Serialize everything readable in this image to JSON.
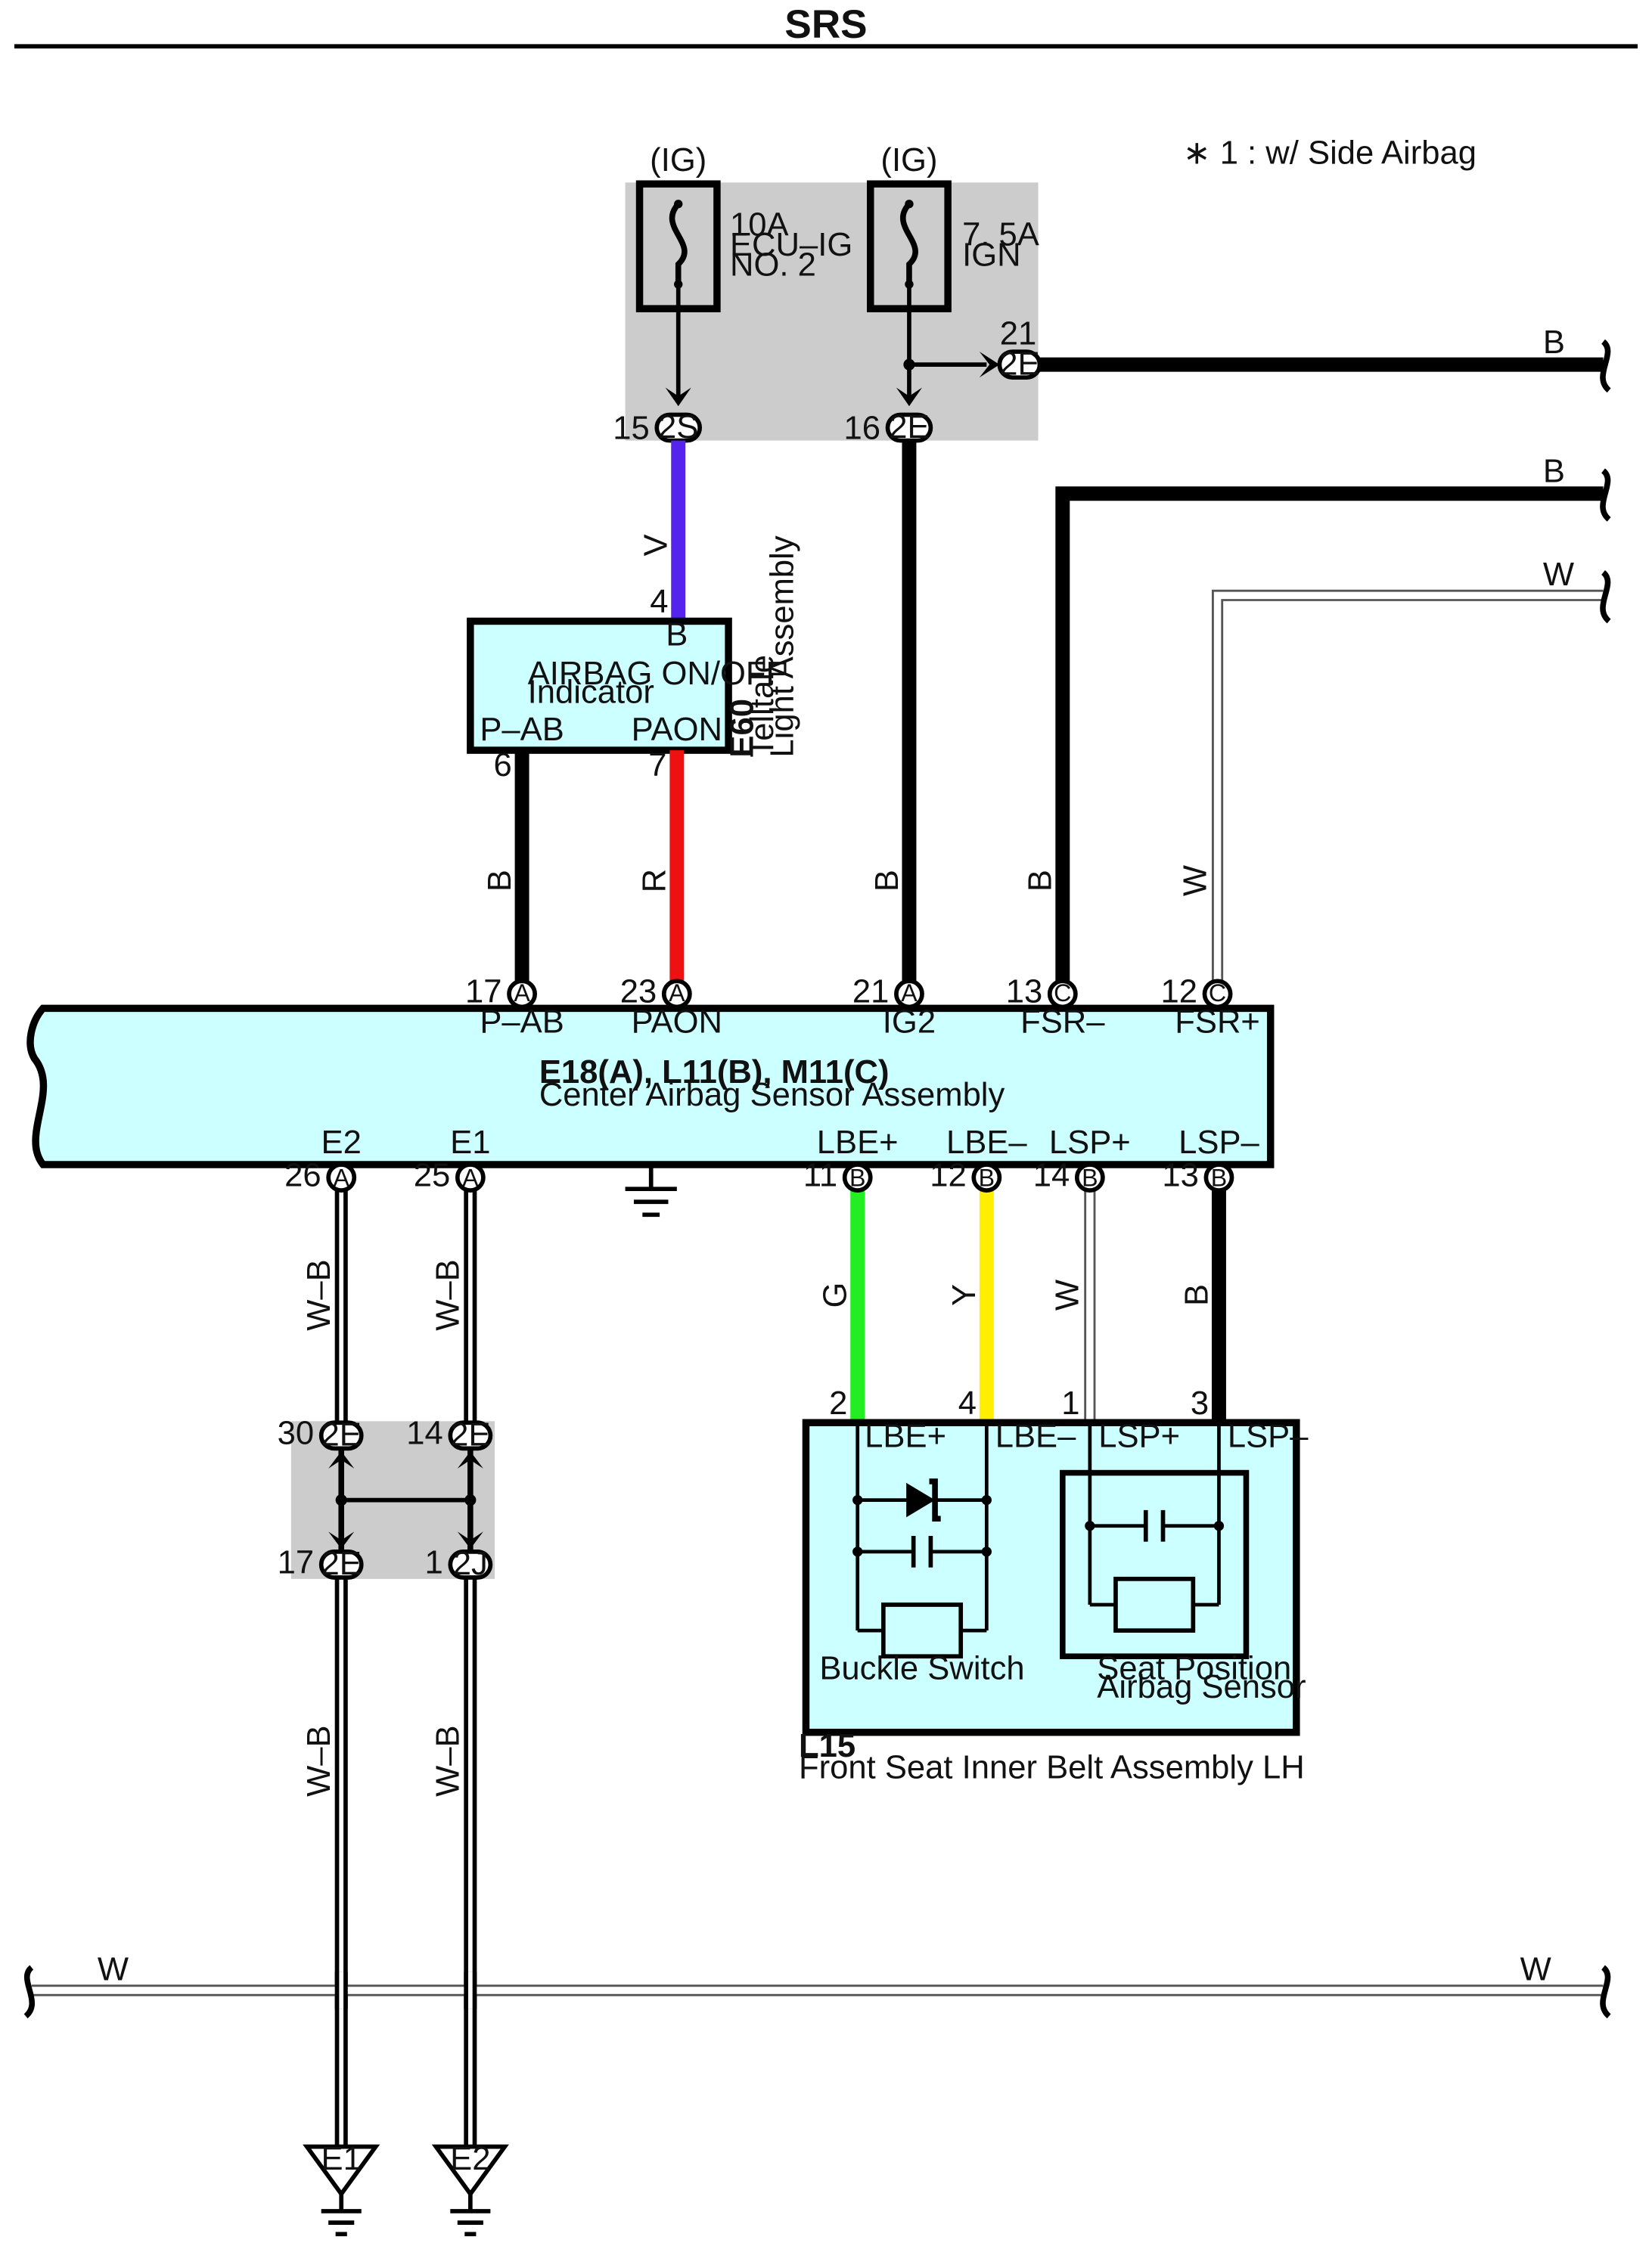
{
  "header": {
    "title": "SRS"
  },
  "note": "∗ 1 : w/ Side Airbag",
  "colors": {
    "box_fill": "#ccffff",
    "junction_fill": "#cccccc",
    "wire_black": "#000000",
    "wire_violet": "#5522ee",
    "wire_red": "#ee1111",
    "wire_green": "#22ee22",
    "wire_yellow": "#ffee00",
    "wire_white": "#ffffff"
  },
  "fuses": [
    {
      "ig": "(IG)",
      "rating": "10A",
      "name_line1": "ECU–IG",
      "name_line2": "NO. 2"
    },
    {
      "ig": "(IG)",
      "rating": "7. 5A",
      "name_line1": "IGN",
      "name_line2": ""
    }
  ],
  "junction_top": {
    "pins": [
      {
        "num": "15",
        "conn": "2S"
      },
      {
        "num": "16",
        "conn": "2E"
      },
      {
        "num": "21",
        "conn": "2E"
      }
    ]
  },
  "wire_colors": {
    "v": "V",
    "b": "B",
    "r": "R",
    "w": "W",
    "g": "G",
    "y": "Y",
    "wb": "W–B"
  },
  "indicator": {
    "line1": "AIRBAG ON/OFF",
    "line2": "Indicator",
    "top_pin_num": "4",
    "top_pin_label": "B",
    "pins": [
      {
        "num": "6",
        "label": "P–AB"
      },
      {
        "num": "7",
        "label": "PAON"
      }
    ],
    "code": "E60",
    "name_line1": "Telltale",
    "name_line2": "Light Assembly"
  },
  "sensor": {
    "code": "E18(A), L11(B), M11(C)",
    "name": "Center Airbag Sensor Assembly",
    "top_pins": [
      {
        "num": "17",
        "conn": "A",
        "label": "P–AB"
      },
      {
        "num": "23",
        "conn": "A",
        "label": "PAON"
      },
      {
        "num": "21",
        "conn": "A",
        "label": "IG2"
      },
      {
        "num": "13",
        "conn": "C",
        "label": "FSR–"
      },
      {
        "num": "12",
        "conn": "C",
        "label": "FSR+"
      }
    ],
    "bottom_pins": [
      {
        "num": "26",
        "conn": "A",
        "label": "E2"
      },
      {
        "num": "25",
        "conn": "A",
        "label": "E1"
      },
      {
        "num": "11",
        "conn": "B",
        "label": "LBE+"
      },
      {
        "num": "12",
        "conn": "B",
        "label": "LBE–"
      },
      {
        "num": "14",
        "conn": "B",
        "label": "LSP+"
      },
      {
        "num": "13",
        "conn": "B",
        "label": "LSP–"
      }
    ]
  },
  "belt": {
    "code": "L15",
    "name": "Front Seat Inner Belt Assembly LH",
    "pins": [
      {
        "num": "2",
        "label": "LBE+"
      },
      {
        "num": "4",
        "label": "LBE–"
      },
      {
        "num": "1",
        "label": "LSP+"
      },
      {
        "num": "3",
        "label": "LSP–"
      }
    ],
    "buckle": "Buckle Switch",
    "seat_line1": "Seat Position",
    "seat_line2": "Airbag Sensor"
  },
  "junction_bottom": {
    "pins": [
      {
        "num": "30",
        "conn": "2E"
      },
      {
        "num": "14",
        "conn": "2E"
      },
      {
        "num": "17",
        "conn": "2E"
      },
      {
        "num": "1",
        "conn": "2J"
      }
    ]
  },
  "grounds": [
    "E1",
    "E2"
  ]
}
